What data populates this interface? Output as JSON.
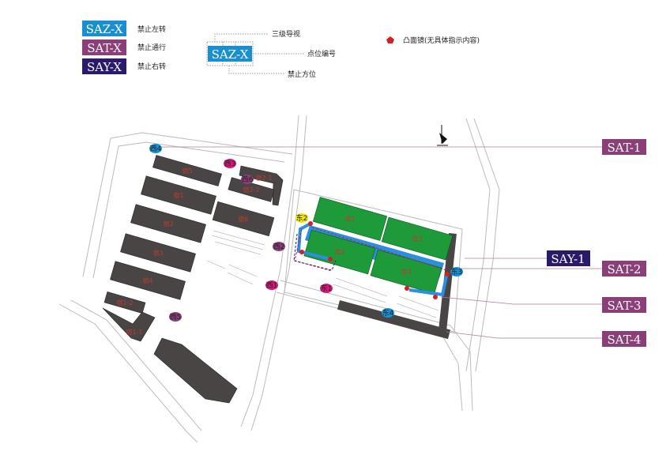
{
  "colors": {
    "saz": "#1a8fd0",
    "sat": "#8b3f78",
    "say": "#2b1a6b",
    "mirror": "#d42020",
    "green": "#1e9a3a",
    "blue_route": "#2a8fe0"
  },
  "legend": {
    "items": [
      {
        "code": "SAZ-X",
        "desc": "禁止左转"
      },
      {
        "code": "SAT-X",
        "desc": "禁止通行"
      },
      {
        "code": "SAY-X",
        "desc": "禁止右转"
      }
    ],
    "diagram": {
      "code": "SAZ-X",
      "top": "三级导视",
      "right": "点位编号",
      "bottom": "禁止方位"
    },
    "mirror": "凸面镜(无具体指示内容)"
  },
  "markers": {
    "west": [
      "西1",
      "西2",
      "西3",
      "西4",
      "西5",
      "西6"
    ],
    "east": [
      "东1",
      "东2",
      "东3",
      "东4"
    ]
  },
  "buildings": {
    "west": [
      "宿5",
      "宿1",
      "宿2",
      "宿3",
      "宿4",
      "宿1-2",
      "宿1-1",
      "宿2-1",
      "宿2-2",
      "宿6"
    ],
    "east": [
      "库1",
      "库2",
      "库3",
      "库4"
    ]
  },
  "callouts": [
    "SAT-1",
    "SAY-1",
    "SAT-2",
    "SAT-3",
    "SAT-4"
  ]
}
